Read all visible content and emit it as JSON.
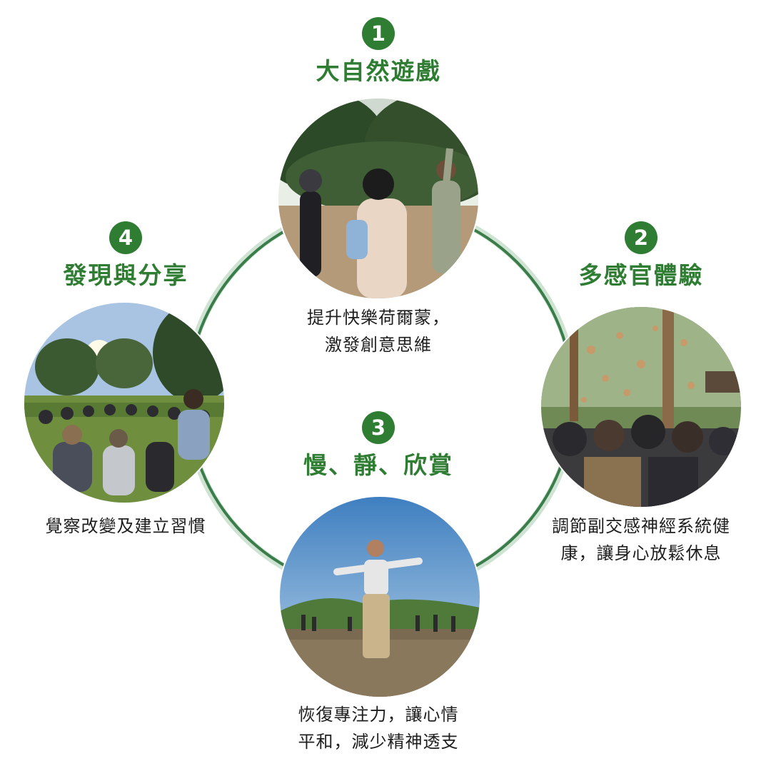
{
  "colors": {
    "accent": "#2e7d32",
    "ring": "#3a7d4a",
    "text": "#1e1e1e"
  },
  "steps": [
    {
      "number": "1",
      "title": "大自然遊戲",
      "desc_lines": [
        "提升快樂荷爾蒙，",
        "激發創意思維"
      ],
      "photo": "children-playing-in-woods"
    },
    {
      "number": "2",
      "title": "多感官體驗",
      "desc_lines": [
        "調節副交感神經系統健",
        "康，讓身心放鬆休息"
      ],
      "photo": "group-throwing-leaves"
    },
    {
      "number": "3",
      "title": "慢、靜、欣賞",
      "desc_lines": [
        "恢復專注力，讓心情",
        "平和，減少精神透支"
      ],
      "photo": "man-arms-outstretched-on-mudflat"
    },
    {
      "number": "4",
      "title": "發現與分享",
      "desc_lines": [
        "覺察改變及建立習慣"
      ],
      "photo": "group-sitting-in-circle-on-grass"
    }
  ]
}
